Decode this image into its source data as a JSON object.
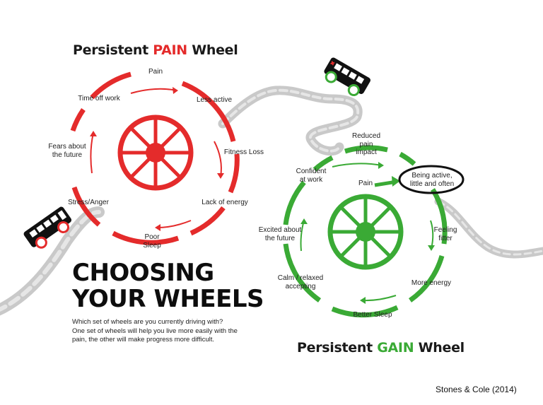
{
  "pain_wheel": {
    "title_prefix": "Persistent ",
    "title_highlight": "PAIN",
    "title_suffix": " Wheel",
    "color": "#e42b2b",
    "labels": {
      "pain": "Pain",
      "less_active": "Less active",
      "fitness_loss": "Fitness Loss",
      "lack_of_energy": "Lack of energy",
      "poor_sleep": "Poor\nSleep",
      "stress_anger": "Stress/Anger",
      "fears": "Fears about\nthe future",
      "time_off": "Time off work"
    }
  },
  "gain_wheel": {
    "title_prefix": "Persistent ",
    "title_highlight": "GAIN",
    "title_suffix": " Wheel",
    "color": "#3aaa35",
    "labels": {
      "reduced_pain": "Reduced\npain\nimpact",
      "confident": "Confident\nat work",
      "pain": "Pain",
      "being_active": "Being active,\nlittle and often",
      "feeling_fitter": "Feeling\nfitter",
      "more_energy": "More energy",
      "better_sleep": "Better Sleep",
      "calm": "Calm / relaxed\naccepting",
      "excited": "Excited about\nthe future"
    }
  },
  "heading": {
    "line1": "CHOOSING",
    "line2": "YOUR WHEELS"
  },
  "description": {
    "line1": "Which set of wheels are you currently driving with?",
    "line2": "One set of wheels will help you live more easily with the",
    "line3": "pain, the other will make progress more difficult."
  },
  "credit": "Stones & Cole (2014)"
}
